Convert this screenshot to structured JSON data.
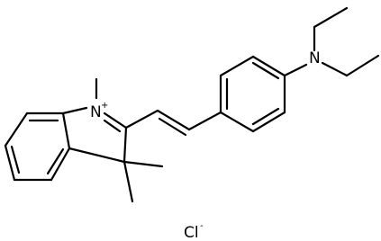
{
  "molecule": {
    "atoms": {
      "indolium_nitrogen": {
        "symbol": "N",
        "charge": "+"
      },
      "amine_nitrogen": {
        "symbol": "N"
      },
      "counterion": {
        "symbol": "Cl",
        "charge": "-"
      }
    }
  },
  "colors": {
    "bond": "#000000",
    "background": "#ffffff"
  }
}
